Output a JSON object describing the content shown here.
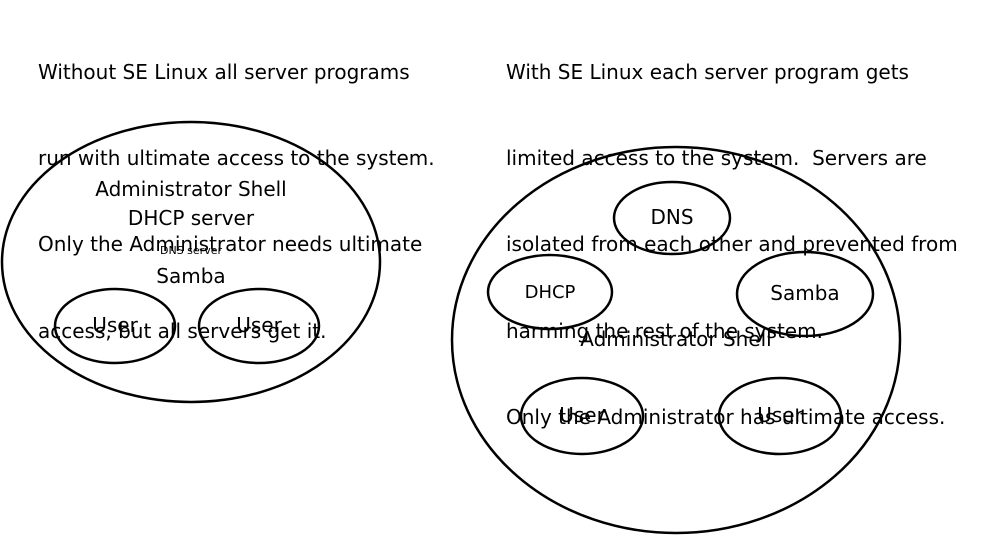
{
  "left_panel": {
    "caption_lines": [
      "Without SE Linux all server programs",
      "run with ultimate access to the system.",
      "Only the Administrator needs ultimate",
      "access, but all servers get it."
    ],
    "labels": {
      "admin_shell": "Administrator Shell",
      "dhcp_server": "DHCP server",
      "dns_server": "DNS server",
      "samba": "Samba",
      "user_left": "User",
      "user_right": "User"
    }
  },
  "right_panel": {
    "caption_lines": [
      "With SE Linux each server program gets",
      "limited access to the system.  Servers are",
      "isolated from each other and prevented from",
      "harming the rest of the system.",
      "Only the Administrator has ultimate access."
    ],
    "labels": {
      "dns": "DNS",
      "dhcp": "DHCP",
      "samba": "Samba",
      "admin_shell": "Administrator Shell",
      "user_left": "User",
      "user_right": "User"
    }
  }
}
